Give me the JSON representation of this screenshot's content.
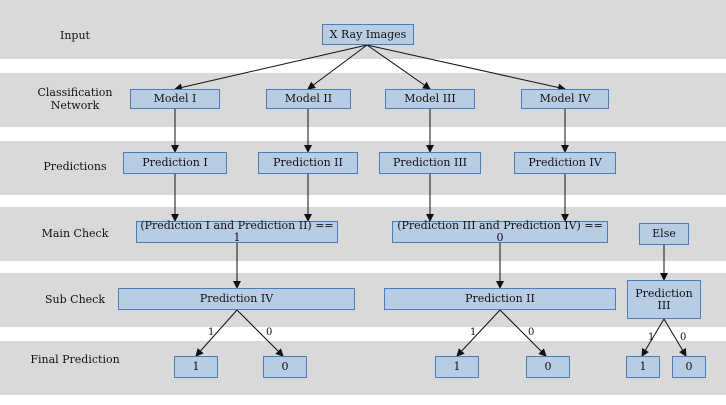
{
  "rows": {
    "input": "Input",
    "classification": "Classification\nNetwork",
    "predictions": "Predictions",
    "main_check": "Main Check",
    "sub_check": "Sub Check",
    "final": "Final Prediction"
  },
  "nodes": {
    "xray": "X Ray Images",
    "model1": "Model I",
    "model2": "Model II",
    "model3": "Model III",
    "model4": "Model IV",
    "pred1": "Prediction I",
    "pred2": "Prediction II",
    "pred3": "Prediction III",
    "pred4": "Prediction IV",
    "check1": "(Prediction I and Prediction II) == 1",
    "check2": "(Prediction III and Prediction IV) == 0",
    "else": "Else",
    "sub1": "Prediction IV",
    "sub2": "Prediction II",
    "sub3": "Prediction\nIII",
    "f1a": "1",
    "f1b": "0",
    "f2a": "1",
    "f2b": "0",
    "f3a": "1",
    "f3b": "0"
  },
  "edge_labels": {
    "e1a": "1",
    "e1b": "0",
    "e2a": "1",
    "e2b": "0",
    "e3a": "1",
    "e3b": "0"
  }
}
